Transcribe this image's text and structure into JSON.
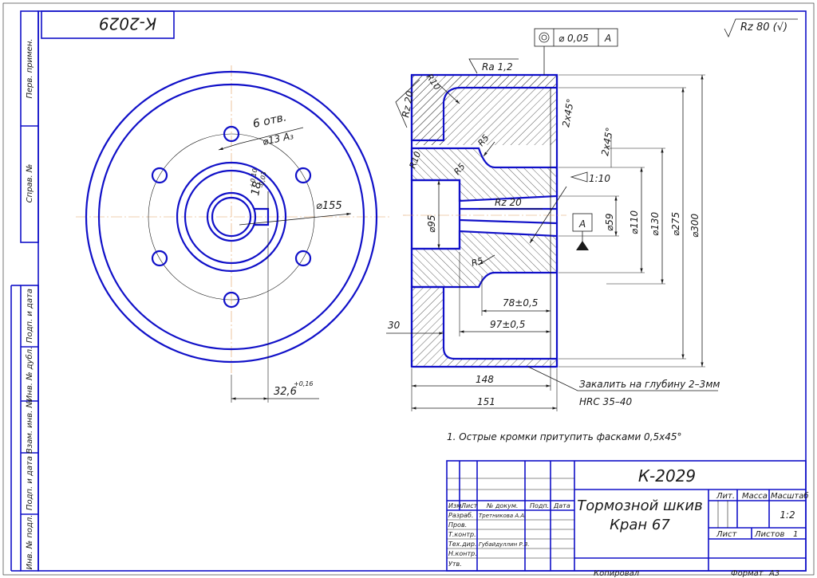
{
  "drawing": {
    "code": "К-2029",
    "code_rotated": "К-2029",
    "title_line1": "Тормозной шкив",
    "title_line2": "Кран 67",
    "roughness_general": "Rz 80 (√)",
    "note": "1. Острые кромки притупить фасками 0,5х45°",
    "hardening_line1": "Закалить на глубину 2–3мм",
    "hardening_line2": "HRC 35–40"
  },
  "side_frame": {
    "labels": [
      "Перв. примен.",
      "Справ. №",
      "Подп. и дата",
      "Инв. № дубл.",
      "Взам. инв. №",
      "Подп. и дата",
      "Инв. № подл."
    ]
  },
  "front_view": {
    "holes_label": "6 отв.",
    "hole_dia": "⌀13 A₃",
    "key_width": "18",
    "key_tol_up": "+0,10",
    "key_tol_low": "-0,03",
    "hub_dia": "⌀155",
    "key_depth": "32,6",
    "key_depth_tol": "+0,16"
  },
  "section_view": {
    "runout": "⌀ 0,05",
    "runout_base": "A",
    "ra": "Ra 1,2",
    "rz_left": "Rz 20",
    "rz_bore": "Rz 20",
    "r10_top": "R10",
    "r10_mid": "R10",
    "r5_a": "R5",
    "r5_b": "R5",
    "r5_c": "R5",
    "taper": "1:10",
    "chamfer_1": "2х45°",
    "chamfer_2": "2х45°",
    "base_label": "A",
    "d95": "⌀95",
    "d59": "⌀59",
    "d110": "⌀110",
    "d130": "⌀130",
    "d275": "⌀275",
    "d300": "⌀300",
    "l78": "78±0,5",
    "l97": "97±0,5",
    "l30": "30",
    "l148": "148",
    "l151": "151"
  },
  "title_block": {
    "col_headers": [
      "Изм.",
      "Лист",
      "№ докум.",
      "Подп.",
      "Дата"
    ],
    "rows": [
      {
        "role": "Разраб.",
        "name": "Третникова А.А."
      },
      {
        "role": "Пров.",
        "name": ""
      },
      {
        "role": "Т.контр.",
        "name": ""
      },
      {
        "role": "Тех.дир.",
        "name": "Губайдуллин Р.З."
      },
      {
        "role": "Н.контр.",
        "name": ""
      },
      {
        "role": "Утв.",
        "name": ""
      }
    ],
    "lit": "Лит.",
    "mass": "Масса",
    "scale_label": "Масштаб",
    "scale_value": "1:2",
    "sheet": "Лист",
    "sheets": "Листов",
    "sheets_value": "1",
    "copied": "Копировал",
    "format": "Формат",
    "format_value": "А3"
  }
}
